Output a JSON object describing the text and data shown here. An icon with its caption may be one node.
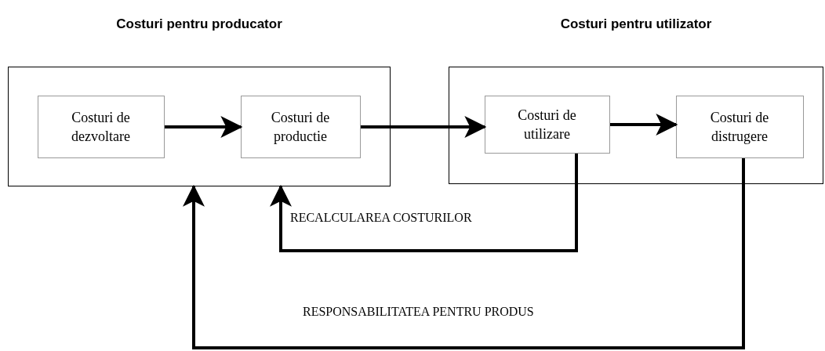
{
  "diagram": {
    "nodes": [
      {
        "text": [
          "Costuri pentru producator"
        ]
      },
      {
        "text": [
          "Costuri de dezvoltare"
        ],
        "in": 0
      },
      {
        "text": [
          "Costuri de productie"
        ],
        "in": 0
      },
      {
        "text": [
          "Costuri pentru utilizator"
        ]
      },
      {
        "text": [
          "Costuri de utilizare"
        ],
        "in": 3
      },
      {
        "text": [
          "Costuri de distrugere"
        ],
        "in": 3
      }
    ],
    "edges": [
      {
        "from": 1,
        "to": 2,
        "arrow": "to"
      },
      {
        "from": 2,
        "to": 4,
        "arrow": "to"
      },
      {
        "from": 4,
        "to": 5,
        "arrow": "to"
      },
      {
        "from": 4,
        "to": 0,
        "arrow": "to",
        "label": "RECALCULAREA COSTURILOR"
      },
      {
        "from": 5,
        "to": 0,
        "arrow": "to",
        "label": "RESPONSABILITATEA PENTRU PRODUS"
      }
    ]
  }
}
